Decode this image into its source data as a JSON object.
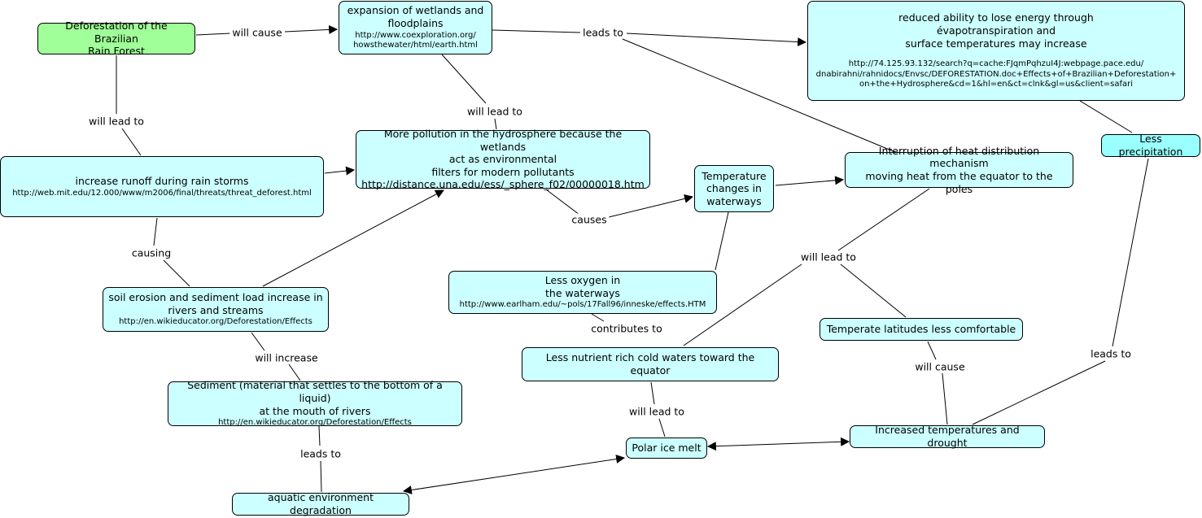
{
  "nodes": {
    "deforestation": {
      "text": "Deforestation of the Brazilian\nRain Forest"
    },
    "wetlands": {
      "text": "expansion of wetlands and\nfloodplains",
      "url": "http://www.coexploration.org/\nhowsthewater/html/earth.html"
    },
    "reduced_ability": {
      "text": "reduced ability to lose energy through\névapotranspiration and\nsurface temperatures may increase",
      "url": "http://74.125.93.132/search?q=cache:FJqmPqhzuI4J:webpage.pace.edu/\ndnabirahni/rahnidocs/Envsc/DEFORESTATION.doc+Effects+of+Brazilian+Deforestation+\non+the+Hydrosphere&cd=1&hl=en&ct=clnk&gl=us&client=safari"
    },
    "less_precipitation": {
      "text": "Less precipitation"
    },
    "more_pollution": {
      "text": "More pollution in the hydrosphere because the wetlands\nact as environmental\nfilters for modern pollutants\nhttp://distance.una.edu/ess/_sphere_f02/00000018.htm"
    },
    "runoff": {
      "text": "increase runoff during rain storms",
      "url": "http://web.mit.edu/12.000/www/m2006/final/threats/threat_deforest.html"
    },
    "temp_changes": {
      "text": "Temperature\nchanges in\nwaterways"
    },
    "heat_interruption": {
      "text": "Interruption of heat distribution mechanism\nmoving heat from the equator to the poles"
    },
    "less_oxygen": {
      "text": "Less oxygen in\nthe waterways",
      "url": "http://www.earlham.edu/~pols/17Fall96/inneske/effects.HTM"
    },
    "soil_erosion": {
      "text": "soil erosion and sediment load increase in\nrivers and streams",
      "url": "http://en.wikieducator.org/Deforestation/Effects"
    },
    "temperate": {
      "text": "Temperate latitudes less comfortable"
    },
    "less_nutrient": {
      "text": "Less nutrient rich cold waters toward the equator"
    },
    "sediment": {
      "text": "Sediment (material that settles to the bottom of a liquid)\nat the mouth of rivers",
      "url": "http://en.wikieducator.org/Deforestation/Effects"
    },
    "polar_ice": {
      "text": "Polar ice melt"
    },
    "increased_temps": {
      "text": "Increased temperatures and drought"
    },
    "aquatic": {
      "text": "aquatic environment degradation"
    }
  },
  "links": {
    "will_cause_1": "will cause",
    "leads_to_1": "leads to",
    "will_lead_to_1": "will lead to",
    "will_lead_to_2": "will lead to",
    "causes": "causes",
    "causing": "causing",
    "will_lead_to_3": "will lead to",
    "contributes_to": "contributes to",
    "will_increase": "will increase",
    "will_cause_2": "will cause",
    "leads_to_2": "leads to",
    "will_lead_to_4": "will lead to",
    "leads_to_3": "leads to"
  }
}
